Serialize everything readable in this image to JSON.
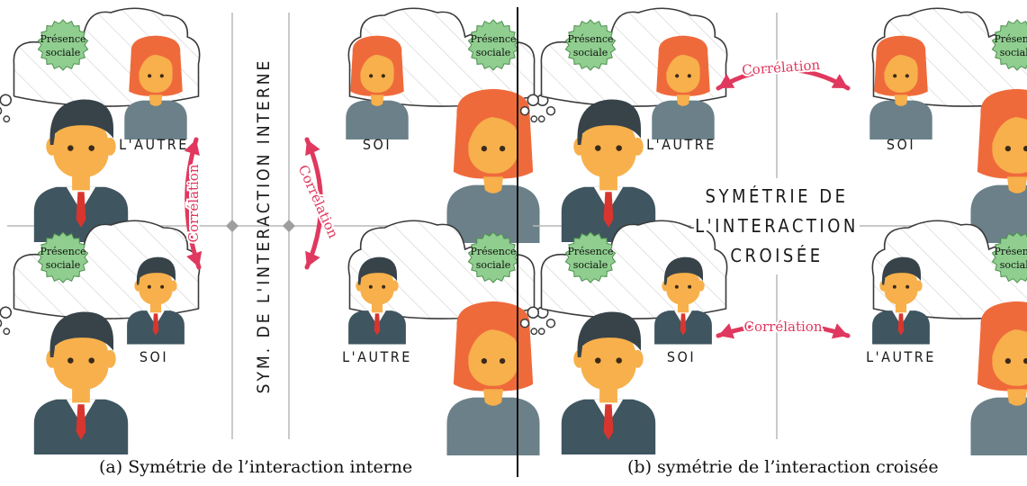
{
  "labels": {
    "presence_line1": "Présence",
    "presence_line2": "sociale",
    "other": "L'AUTRE",
    "self": "SOI",
    "correlation": "Corrélation"
  },
  "panel_a": {
    "vertical_title": "SYM. DE L'INTERACTION INTERNE",
    "caption": "(a) Symétrie de l’interaction interne"
  },
  "panel_b": {
    "center_title_lines": [
      "SYMÉTRIE DE",
      "L'INTERACTION",
      "CROISÉE"
    ],
    "caption": "(b) symétrie de l’interaction croisée"
  },
  "colors": {
    "burst": "#8fce8f",
    "burst_stroke": "#4f8f4f",
    "arrow": "#e0385e",
    "skin": "#f7b04b",
    "male_hair": "#374349",
    "female_hair": "#ef6a3b",
    "male_suit": "#3f5560",
    "female_shirt": "#6b8089",
    "tie": "#d8352f",
    "line": "#b8b8b8",
    "diamond": "#9e9e9e"
  }
}
